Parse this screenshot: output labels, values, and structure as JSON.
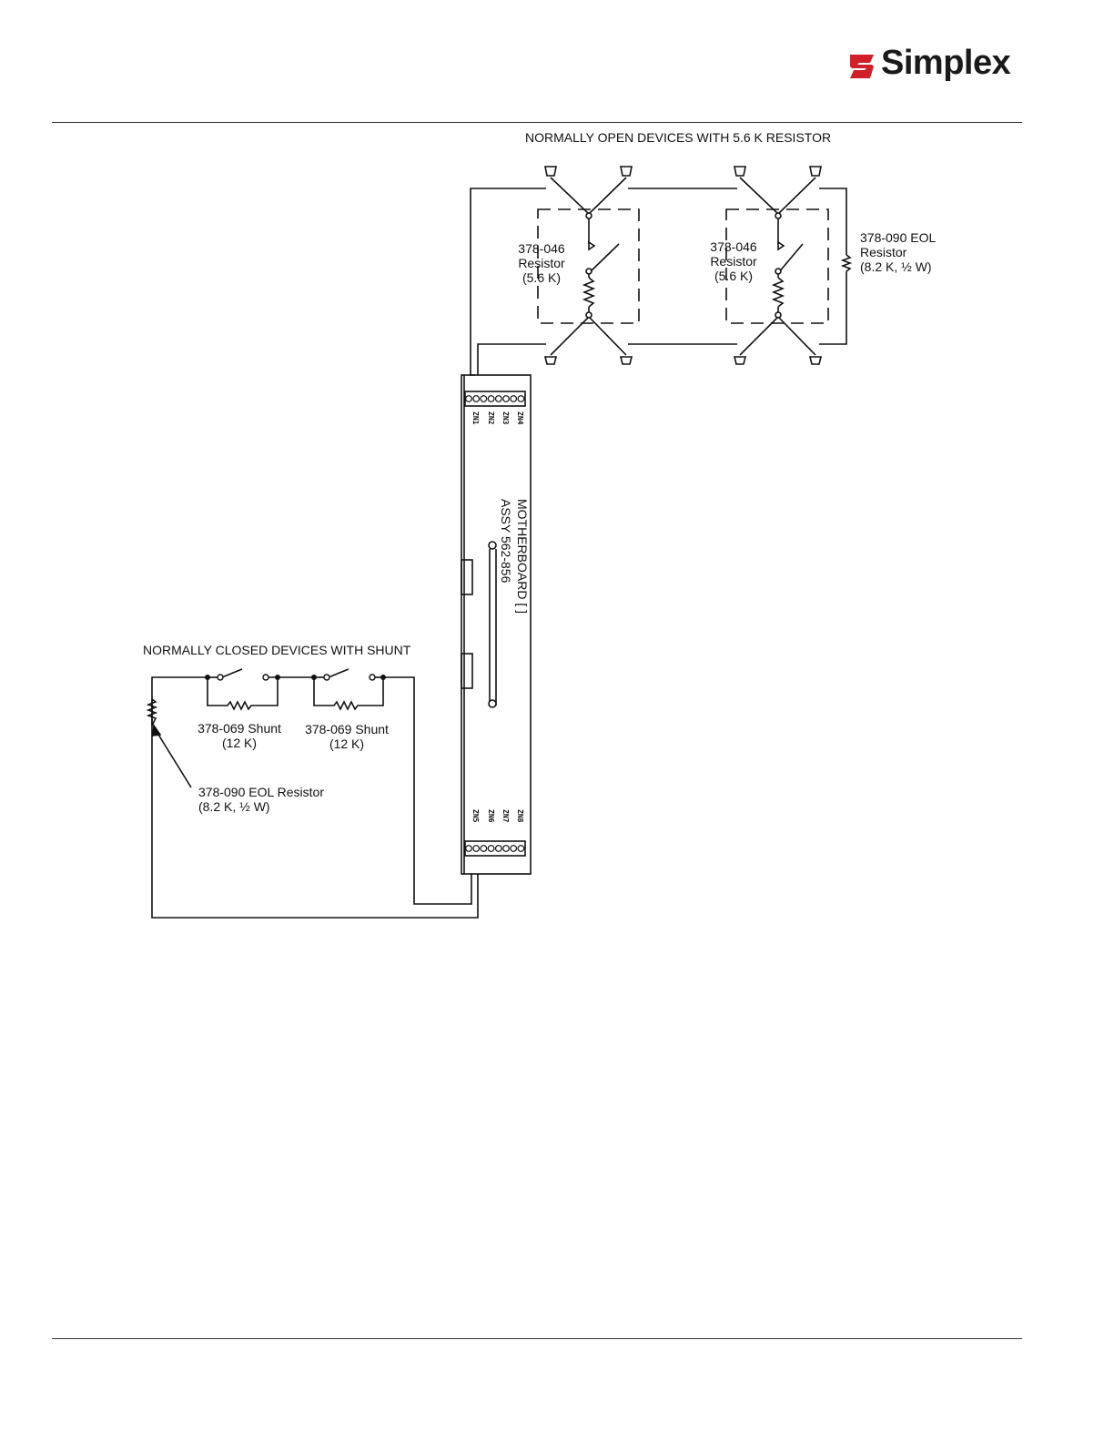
{
  "header": {
    "brand": "Simplex",
    "brand_color": "#d0212a",
    "logo_icon": "simplex-s-logo-icon"
  },
  "diagram": {
    "open_title": "NORMALLY OPEN DEVICES WITH 5.6 K RESISTOR",
    "closed_title": "NORMALLY CLOSED DEVICES WITH SHUNT",
    "resistor_a": [
      "378-046",
      "Resistor",
      "(5.6 K)"
    ],
    "resistor_b": [
      "378-046",
      "Resistor",
      "(5.6 K)"
    ],
    "eol_top": [
      "378-090 EOL",
      "Resistor",
      "(8.2 K, ½ W)"
    ],
    "shunt_a": [
      "378-069 Shunt",
      "(12 K)"
    ],
    "shunt_b": [
      "378-069 Shunt",
      "(12 K)"
    ],
    "eol_bottom": [
      "378-090 EOL Resistor",
      "(8.2 K, ½ W)"
    ],
    "motherboard": [
      "MOTHERBOARD  [    ]",
      "ASSY 562-856"
    ],
    "zones_top": [
      "ZN1",
      "ZN2",
      "ZN3",
      "ZN4"
    ],
    "zones_bottom": [
      "ZN5",
      "ZN6",
      "ZN7",
      "ZN8"
    ]
  }
}
